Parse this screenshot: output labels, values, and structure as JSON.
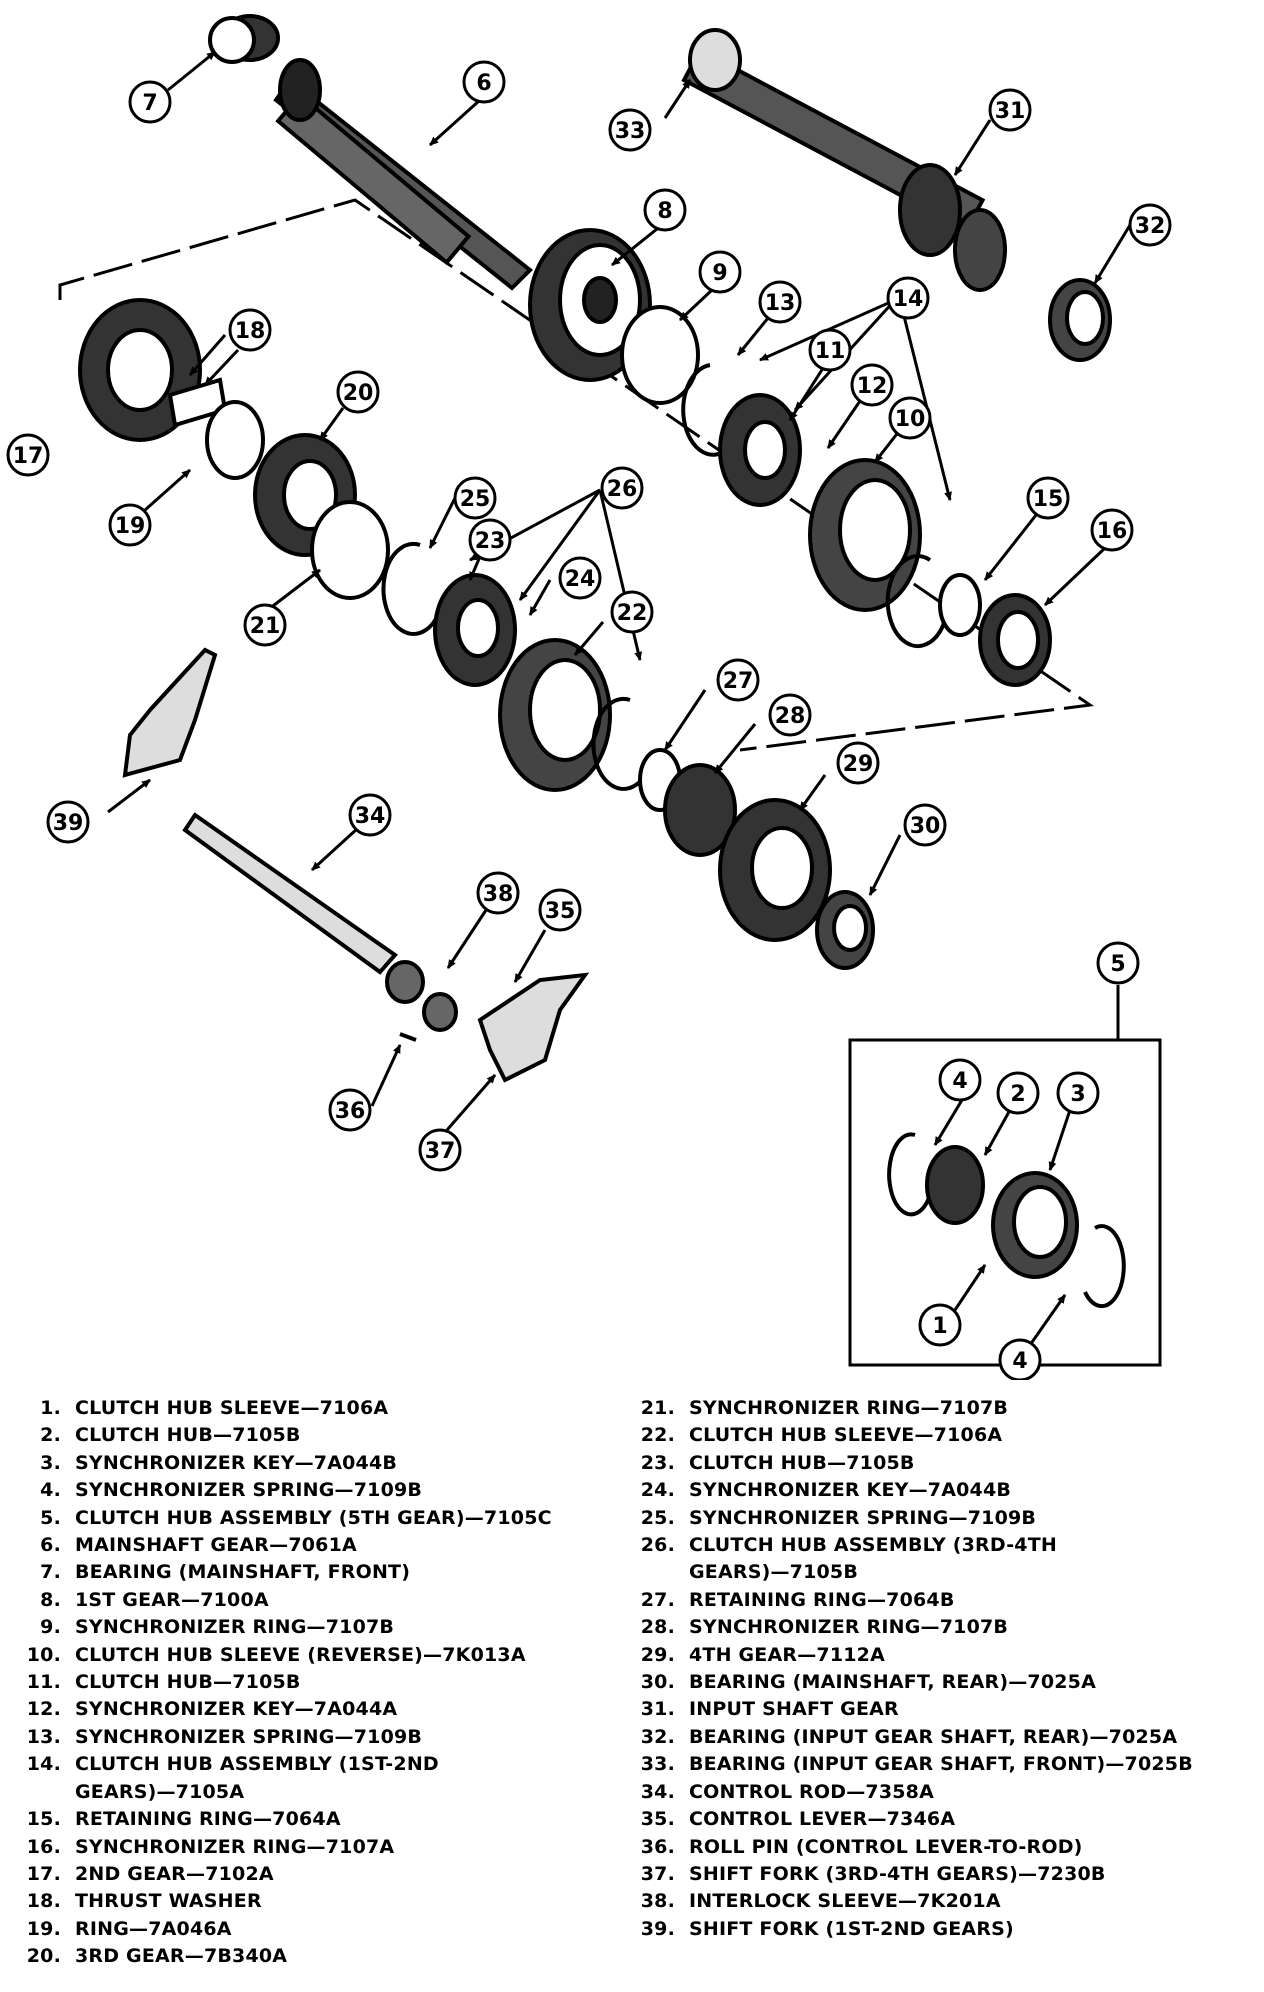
{
  "diagram": {
    "callouts": [
      "1",
      "2",
      "3",
      "4",
      "5",
      "6",
      "7",
      "8",
      "9",
      "10",
      "11",
      "12",
      "13",
      "14",
      "15",
      "16",
      "17",
      "18",
      "19",
      "20",
      "21",
      "22",
      "23",
      "24",
      "25",
      "26",
      "27",
      "28",
      "29",
      "30",
      "31",
      "32",
      "33",
      "34",
      "35",
      "36",
      "37",
      "38",
      "39"
    ]
  },
  "legend_left": [
    {
      "num": "1.",
      "text": "CLUTCH HUB SLEEVE—7106A"
    },
    {
      "num": "2.",
      "text": "CLUTCH HUB—7105B"
    },
    {
      "num": "3.",
      "text": "SYNCHRONIZER KEY—7A044B"
    },
    {
      "num": "4.",
      "text": "SYNCHRONIZER SPRING—7109B"
    },
    {
      "num": "5.",
      "text": "CLUTCH HUB ASSEMBLY (5TH GEAR)—7105C"
    },
    {
      "num": "6.",
      "text": "MAINSHAFT GEAR—7061A"
    },
    {
      "num": "7.",
      "text": "BEARING (MAINSHAFT, FRONT)"
    },
    {
      "num": "8.",
      "text": "1ST GEAR—7100A"
    },
    {
      "num": "9.",
      "text": "SYNCHRONIZER RING—7107B"
    },
    {
      "num": "10.",
      "text": "CLUTCH HUB SLEEVE (REVERSE)—7K013A"
    },
    {
      "num": "11.",
      "text": "CLUTCH HUB—7105B"
    },
    {
      "num": "12.",
      "text": "SYNCHRONIZER KEY—7A044A"
    },
    {
      "num": "13.",
      "text": "SYNCHRONIZER SPRING—7109B"
    },
    {
      "num": "14.",
      "text": "CLUTCH HUB ASSEMBLY (1ST-2ND"
    },
    {
      "num": "",
      "text": "GEARS)—7105A"
    },
    {
      "num": "15.",
      "text": "RETAINING RING—7064A"
    },
    {
      "num": "16.",
      "text": "SYNCHRONIZER RING—7107A"
    },
    {
      "num": "17.",
      "text": "2ND GEAR—7102A"
    },
    {
      "num": "18.",
      "text": "THRUST WASHER"
    },
    {
      "num": "19.",
      "text": "RING—7A046A"
    },
    {
      "num": "20.",
      "text": "3RD GEAR—7B340A"
    }
  ],
  "legend_right": [
    {
      "num": "21.",
      "text": "SYNCHRONIZER RING—7107B"
    },
    {
      "num": "22.",
      "text": "CLUTCH HUB SLEEVE—7106A"
    },
    {
      "num": "23.",
      "text": "CLUTCH HUB—7105B"
    },
    {
      "num": "24.",
      "text": "SYNCHRONIZER KEY—7A044B"
    },
    {
      "num": "25.",
      "text": "SYNCHRONIZER SPRING—7109B"
    },
    {
      "num": "26.",
      "text": "CLUTCH HUB ASSEMBLY (3RD-4TH"
    },
    {
      "num": "",
      "text": "GEARS)—7105B"
    },
    {
      "num": "27.",
      "text": "RETAINING RING—7064B"
    },
    {
      "num": "28.",
      "text": "SYNCHRONIZER RING—7107B"
    },
    {
      "num": "29.",
      "text": "4TH GEAR—7112A"
    },
    {
      "num": "30.",
      "text": "BEARING (MAINSHAFT, REAR)—7025A"
    },
    {
      "num": "31.",
      "text": "INPUT SHAFT GEAR"
    },
    {
      "num": "32.",
      "text": "BEARING (INPUT GEAR SHAFT, REAR)—7025A"
    },
    {
      "num": "33.",
      "text": "BEARING (INPUT GEAR SHAFT, FRONT)—7025B"
    },
    {
      "num": "34.",
      "text": "CONTROL ROD—7358A"
    },
    {
      "num": "35.",
      "text": "CONTROL LEVER—7346A"
    },
    {
      "num": "36.",
      "text": "ROLL PIN (CONTROL LEVER-TO-ROD)"
    },
    {
      "num": "37.",
      "text": "SHIFT FORK (3RD-4TH GEARS)—7230B"
    },
    {
      "num": "38.",
      "text": "INTERLOCK SLEEVE—7K201A"
    },
    {
      "num": "39.",
      "text": "SHIFT FORK (1ST-2ND GEARS)"
    }
  ]
}
